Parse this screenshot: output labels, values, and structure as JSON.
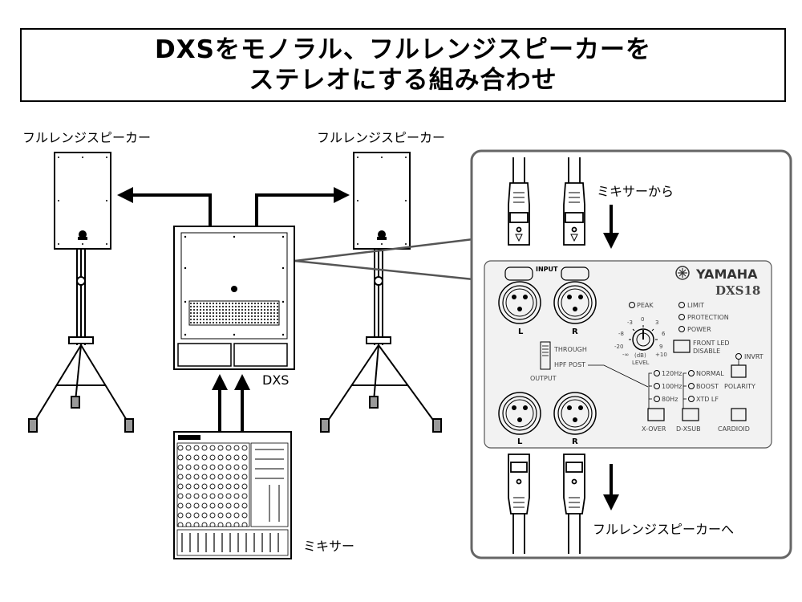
{
  "title": {
    "line1": "DXSをモノラル、フルレンジスピーカーを",
    "line2": "ステレオにする組み合わせ"
  },
  "labels": {
    "speaker_left": "フルレンジスピーカー",
    "speaker_right": "フルレンジスピーカー",
    "dxs": "DXS",
    "mixer": "ミキサー",
    "from_mixer": "ミキサーから",
    "to_speakers": "フルレンジスピーカーへ"
  },
  "panel": {
    "brand": "YAMAHA",
    "model": "DXS18",
    "input": "INPUT",
    "output": "OUTPUT",
    "in_l": "L",
    "in_r": "R",
    "out_l": "L",
    "out_r": "R",
    "through": "THROUGH",
    "hpf_post": "HPF POST",
    "peak": "PEAK",
    "limit": "LIMIT",
    "protection": "PROTECTION",
    "power": "POWER",
    "front_led_1": "FRONT LED",
    "front_led_2": "DISABLE",
    "level": "LEVEL",
    "db": "(dB)",
    "knob_scale": [
      "-∞",
      "-20",
      "-8",
      "-3",
      "0",
      "3",
      "6",
      "9",
      "+10"
    ],
    "xover_options": [
      "120Hz",
      "100Hz",
      "80Hz"
    ],
    "dxsub_options": [
      "NORMAL",
      "BOOST",
      "XTD LF"
    ],
    "xover": "X-OVER",
    "dxsub": "D-XSUB",
    "invrt": "INVRT",
    "polarity": "POLARITY",
    "cardioid": "CARDIOID"
  },
  "colors": {
    "panel_bg": "#f2f2f2",
    "panel_border": "#555555",
    "inset_border": "#666666"
  }
}
